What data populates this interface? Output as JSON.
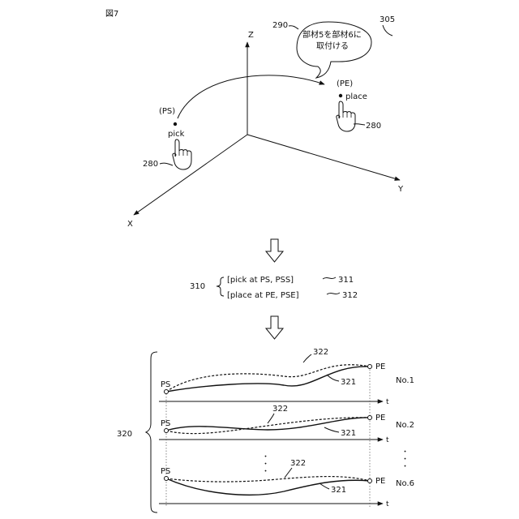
{
  "figure": {
    "title": "図7"
  },
  "space": {
    "axes": {
      "z": "Z",
      "y": "Y",
      "x": "X"
    },
    "start": {
      "tag": "(PS)",
      "label": "pick"
    },
    "end": {
      "tag": "(PE)",
      "label": "place"
    },
    "hand_ref": "280",
    "bubble": {
      "ref": "290",
      "line1": "部材5を部材6に",
      "line2": "取付ける"
    },
    "scene_ref": "305"
  },
  "program": {
    "group_ref": "310",
    "commands": [
      {
        "text": "[pick   at   PS,  PSS]",
        "ref": "311"
      },
      {
        "text": "[place   at   PE,  PSE]",
        "ref": "312"
      }
    ]
  },
  "trajectories": {
    "group_ref": "320",
    "solid_ref": "321",
    "dashed_ref": "322",
    "start_label": "PS",
    "end_label": "PE",
    "time_label": "t",
    "ellipsis": "・・・",
    "panels": [
      {
        "label": "No.1"
      },
      {
        "label": "No.2"
      },
      {
        "label": "No.6"
      }
    ]
  }
}
